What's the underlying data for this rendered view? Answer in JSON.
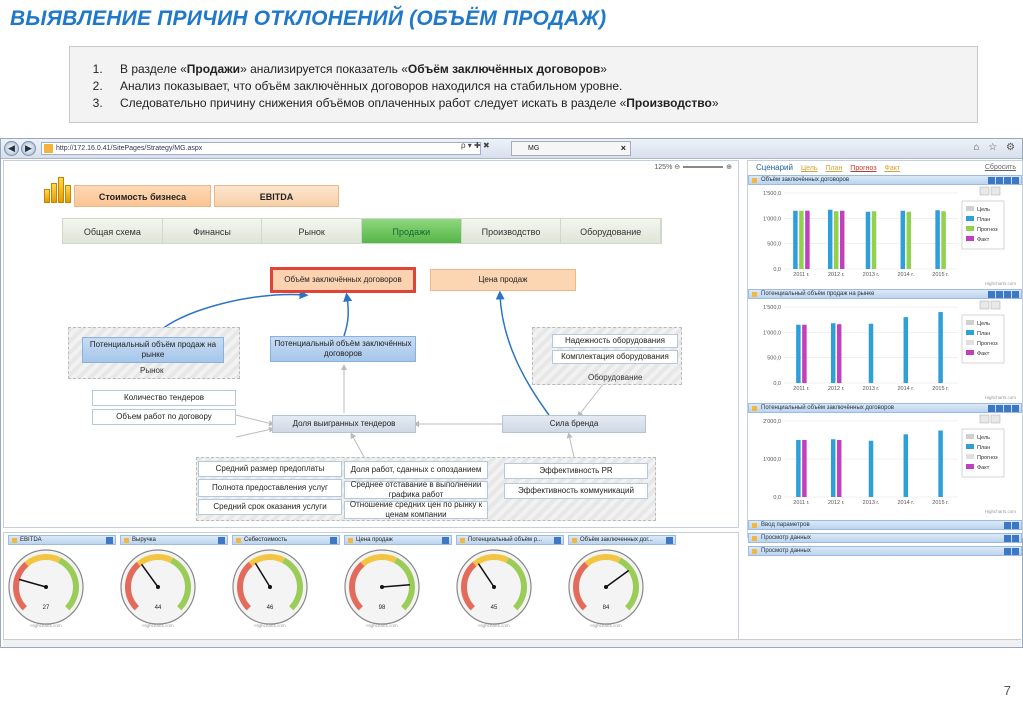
{
  "slide": {
    "title": "ВЫЯВЛЕНИЕ ПРИЧИН ОТКЛОНЕНИЙ (ОБЪЁМ ПРОДАЖ)",
    "page_number": "7",
    "notes": [
      {
        "before": "В разделе «",
        "bold": "Продажи",
        "after": "» анализируется показатель «",
        "bold2": "Объём заключённых договоров",
        "after2": "»"
      },
      {
        "before": "Анализ показывает, что объём заключённых договоров находился на стабильном уровне.",
        "bold": "",
        "after": "",
        "bold2": "",
        "after2": ""
      },
      {
        "before": "Следовательно причину снижения объёмов оплаченных работ следует искать в разделе «",
        "bold": "Производство",
        "after": "»",
        "bold2": "",
        "after2": ""
      }
    ]
  },
  "browser": {
    "url": "http://172.16.0.41/SitePages/Strategy/MG.aspx",
    "tab_title": "MG",
    "tab_close": "×",
    "back": "◀",
    "forward": "▶",
    "addr_tools": "ρ ▾ ✚ ✖",
    "right_icons": "⌂ ☆ ⚙"
  },
  "strategy": {
    "zoom_label": "125%",
    "kpi_tabs": [
      "Стоимость бизнеса",
      "EBITDA"
    ],
    "main_tabs": [
      "Общая схема",
      "Финансы",
      "Рынок",
      "Продажи",
      "Производство",
      "Оборудование"
    ],
    "active_tab": "Продажи",
    "nodes": {
      "target": "Объём заключённых договоров",
      "price": "Цена продаж",
      "pot_market": "Потенциальный объём продаж на рынке",
      "pot_contract": "Потенциальный объём заключённых договоров",
      "market_label": "Рынок",
      "equip_1": "Надежность оборудования",
      "equip_2": "Комплектация оборудования",
      "equip_label": "Оборудование",
      "tenders_count": "Количество тендеров",
      "work_volume": "Объем работ по договору",
      "won_share": "Доля выигранных тендеров",
      "brand": "Сила бренда",
      "b1": "Средний размер предоплаты",
      "b2": "Полнота предоставления услуг",
      "b3": "Средний срок оказания услуги",
      "b4": "Доля работ, сданных с опозданием",
      "b5": "Среднее отставание в выполнении графика работ",
      "b6": "Отношение средних цен по рынку к ценам компании",
      "b7": "Эффективность PR",
      "b8": "Эффективность коммуникаций"
    }
  },
  "scenario": {
    "label": "Сценарий",
    "options": [
      "Цель",
      "План",
      "Прогноз",
      "Факт"
    ],
    "reset": "Сбросить"
  },
  "panels": [
    {
      "title": "Объём заключённых договоров"
    },
    {
      "title": "Потенциальный объём продаж на рынке"
    },
    {
      "title": "Потенциальный объём заключённых договоров"
    }
  ],
  "collapsed_panels": [
    "Ввод параметров",
    "Просмотр данных",
    "Просмотр данных"
  ],
  "chart_data": [
    {
      "type": "bar",
      "title": "Объём заключённых договоров",
      "categories": [
        "2011 г.",
        "2012 г.",
        "2013 г.",
        "2014 г.",
        "2015 г."
      ],
      "ylim": [
        0,
        1500
      ],
      "yticks": [
        "0,0",
        "500,0",
        "1'000,0",
        "1'500,0"
      ],
      "series": [
        {
          "name": "Цель",
          "color": "#d0d0d0",
          "values": [
            null,
            null,
            null,
            null,
            null
          ]
        },
        {
          "name": "План",
          "color": "#2f9fd8",
          "values": [
            1150,
            1170,
            1130,
            1150,
            1160
          ]
        },
        {
          "name": "Прогноз",
          "color": "#92d050",
          "values": [
            1150,
            1140,
            1140,
            1130,
            1140
          ]
        },
        {
          "name": "Факт",
          "color": "#c040c0",
          "values": [
            1150,
            1150,
            null,
            null,
            null
          ]
        }
      ],
      "credit": "Highcharts.com"
    },
    {
      "type": "bar",
      "title": "Потенциальный объём продаж на рынке",
      "categories": [
        "2011 г.",
        "2012 г.",
        "2013 г.",
        "2014 г.",
        "2015 г."
      ],
      "ylim": [
        0,
        1500
      ],
      "yticks": [
        "0,0",
        "500,0",
        "1'000,0",
        "1'500,0"
      ],
      "series": [
        {
          "name": "Цель",
          "color": "#d0d0d0",
          "values": [
            null,
            null,
            null,
            null,
            null
          ]
        },
        {
          "name": "План",
          "color": "#2f9fd8",
          "values": [
            1150,
            1180,
            1170,
            1300,
            1400
          ]
        },
        {
          "name": "Прогноз",
          "color": "#e0e0e0",
          "values": [
            null,
            null,
            null,
            null,
            null
          ]
        },
        {
          "name": "Факт",
          "color": "#c040c0",
          "values": [
            1150,
            1160,
            null,
            null,
            null
          ]
        }
      ],
      "credit": "Highcharts.com"
    },
    {
      "type": "bar",
      "title": "Потенциальный объём заключённых договоров",
      "categories": [
        "2011 г.",
        "2012 г.",
        "2013 г.",
        "2014 г.",
        "2015 г."
      ],
      "ylim": [
        0,
        2000
      ],
      "yticks": [
        "0,0",
        "1'000,0",
        "2'000,0"
      ],
      "series": [
        {
          "name": "Цель",
          "color": "#d0d0d0",
          "values": [
            null,
            null,
            null,
            null,
            null
          ]
        },
        {
          "name": "План",
          "color": "#2f9fd8",
          "values": [
            1500,
            1520,
            1480,
            1650,
            1750
          ]
        },
        {
          "name": "Прогноз",
          "color": "#e0e0e0",
          "values": [
            null,
            null,
            null,
            null,
            null
          ]
        },
        {
          "name": "Факт",
          "color": "#c040c0",
          "values": [
            1500,
            1500,
            null,
            null,
            null
          ]
        }
      ],
      "credit": "Highcharts.com"
    }
  ],
  "gauges": [
    {
      "title": "EBITDA",
      "value": 27
    },
    {
      "title": "Выручка",
      "value": 44
    },
    {
      "title": "Себестоимость",
      "value": 46
    },
    {
      "title": "Цена продаж",
      "value": 98
    },
    {
      "title": "Потенциальный объём р...",
      "value": 45
    },
    {
      "title": "Объём заключенных дог...",
      "value": 84
    }
  ],
  "gauge_credit": "Highcharts.com"
}
